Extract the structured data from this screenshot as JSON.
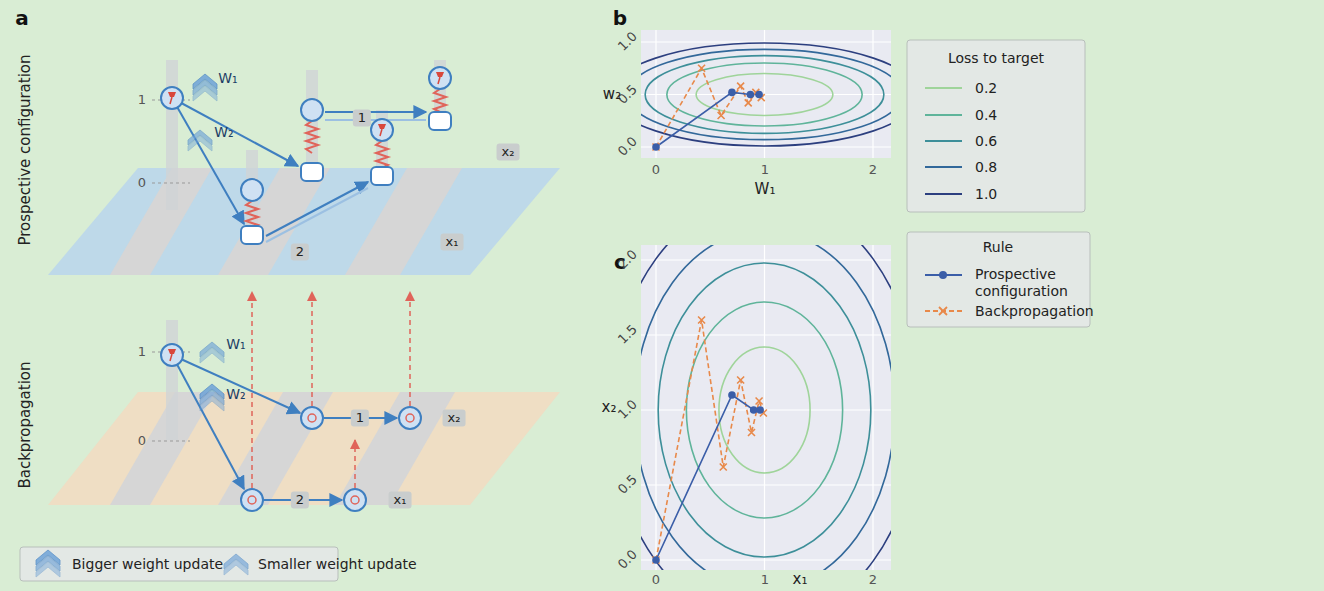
{
  "diagram": {
    "labels": [
      "a",
      "b",
      "c",
      "Prospective configuration",
      "Backpropagation",
      "1",
      "0",
      "W₁",
      "W₂",
      "1",
      "2",
      "x₂",
      "x₁",
      "1",
      "0",
      "W₁",
      "W₂",
      "1",
      "2",
      "x₂",
      "x₁",
      "0.0",
      "0.5",
      "1.0",
      "0",
      "1",
      "2",
      "w₂",
      "W₁",
      "0.0",
      "0.5",
      "1.0",
      "1.5",
      "2.0",
      "0",
      "1",
      "2",
      "x₂",
      "x₁",
      "Loss to target",
      "Rule"
    ],
    "legend": [
      {
        "text": "0.2"
      },
      {
        "text": "0.4"
      },
      {
        "text": "0.6"
      },
      {
        "text": "0.8"
      },
      {
        "text": "1.0"
      },
      {
        "text": "Prospective configuration"
      },
      {
        "text": "Backpropagation"
      },
      {
        "text": "Bigger weight update"
      },
      {
        "text": "Smaller weight update"
      }
    ]
  }
}
